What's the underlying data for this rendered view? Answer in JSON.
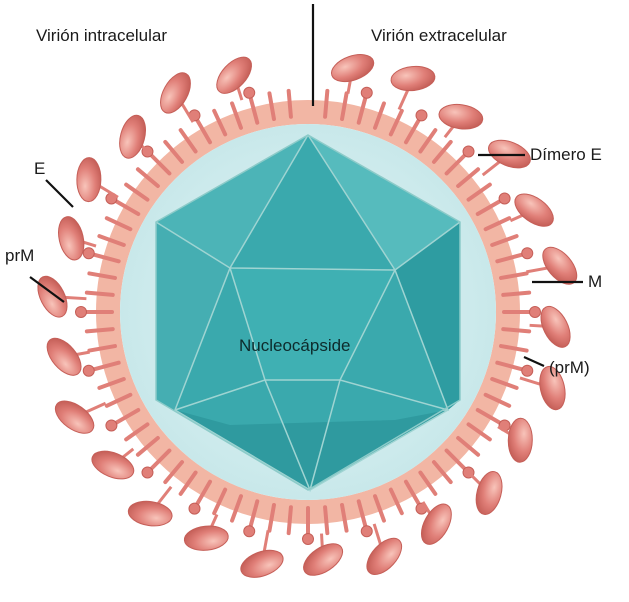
{
  "labels": {
    "intracellular": "Virión intracelular",
    "extracellular": "Virión extracelular",
    "e_dimer": "Dímero E",
    "e": "E",
    "prm": "prM",
    "m": "M",
    "prm_paren": "(prM)",
    "nucleocapsid": "Nucleocápside"
  },
  "colors": {
    "capsid": "#3aa9ad",
    "capsid_dark": "#2b8f94",
    "capsid_light": "#6fc6c6",
    "capsid_edges": "#9fd4d2",
    "halo": "#d4eef0",
    "membrane": "#f2b6a4",
    "protein": "#e07f78",
    "protein_dark": "#c55f58",
    "protein_light": "#f4b3a8",
    "leader": "#111111"
  }
}
